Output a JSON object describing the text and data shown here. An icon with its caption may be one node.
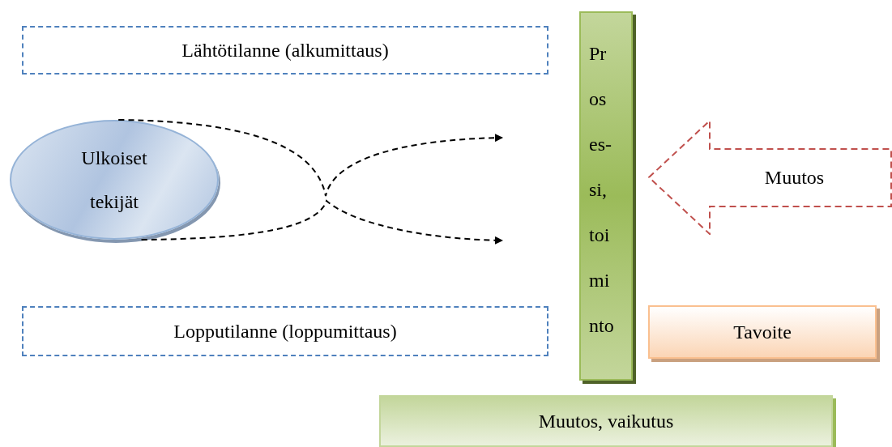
{
  "diagram": {
    "nodes": [
      {
        "text": [
          "Lähtötilanne (alkumittaus)"
        ]
      },
      {
        "text": [
          "Pr os es- si, toi mi nto"
        ]
      },
      {
        "text": [
          "Ulkoiset tekijät"
        ]
      },
      {
        "text": [
          "Muutos"
        ]
      },
      {
        "text": [
          "Lopputilanne (loppumittaus)"
        ]
      },
      {
        "text": [
          "Tavoite"
        ]
      },
      {
        "text": [
          "Muutos, vaikutus"
        ]
      }
    ],
    "edges": [
      {
        "from": 2,
        "to": null,
        "arrow": "to",
        "style": "dashed"
      },
      {
        "from": 2,
        "to": null,
        "arrow": "to",
        "style": "dashed"
      }
    ]
  }
}
